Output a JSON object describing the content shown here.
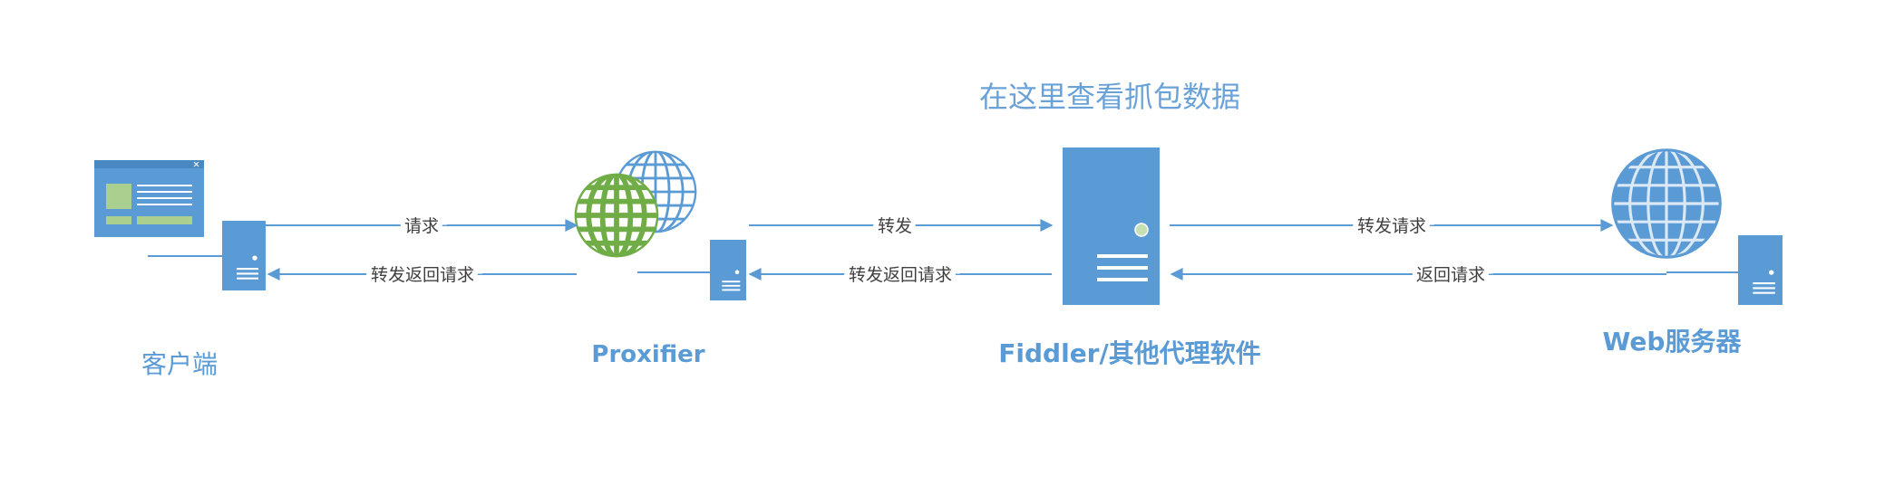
{
  "title": "在这里查看抓包数据",
  "nodes": {
    "client": {
      "label": "客户端",
      "icon": "monitor-icon"
    },
    "proxifier": {
      "label": "Proxifier",
      "icon": "globe-icon"
    },
    "fiddler": {
      "label": "Fiddler/其他代理软件",
      "icon": "server-icon"
    },
    "web": {
      "label": "Web服务器",
      "icon": "globe-icon"
    }
  },
  "arrows": {
    "client_to_proxifier": "请求",
    "proxifier_to_client": "转发返回请求",
    "proxifier_to_fiddler": "转发",
    "fiddler_to_proxifier": "转发返回请求",
    "fiddler_to_web": "转发请求",
    "web_to_fiddler": "返回请求"
  },
  "colors": {
    "accent": "#5b9bd5",
    "proxy_globe": "#70ad47",
    "arrow_label_text": "#404040"
  }
}
